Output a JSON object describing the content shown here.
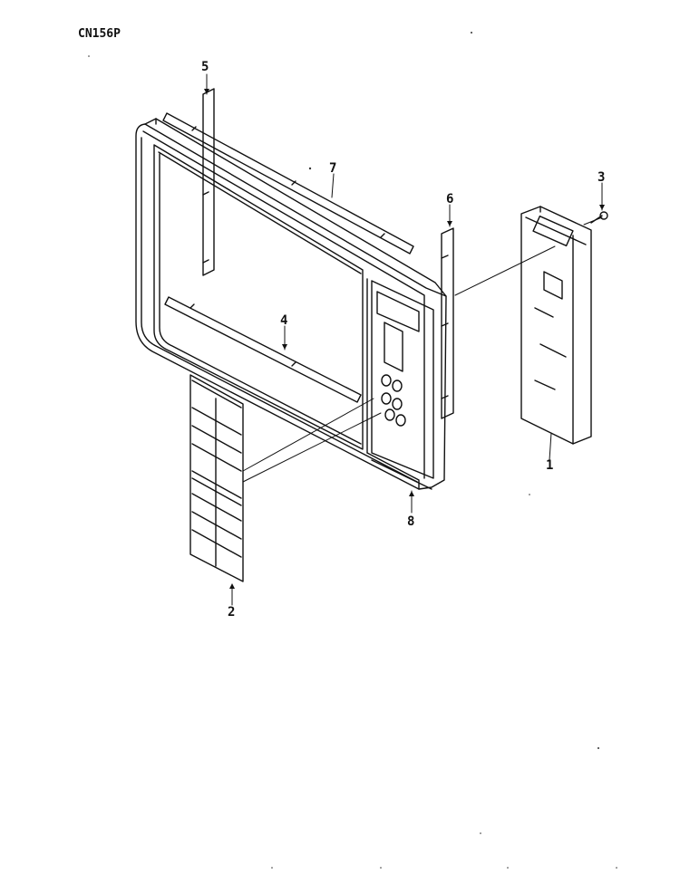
{
  "diagram": {
    "model": "CN156P",
    "callouts": {
      "c1": "1",
      "c2": "2",
      "c3": "3",
      "c4": "4",
      "c5": "5",
      "c6": "6",
      "c7": "7",
      "c8": "8"
    }
  }
}
